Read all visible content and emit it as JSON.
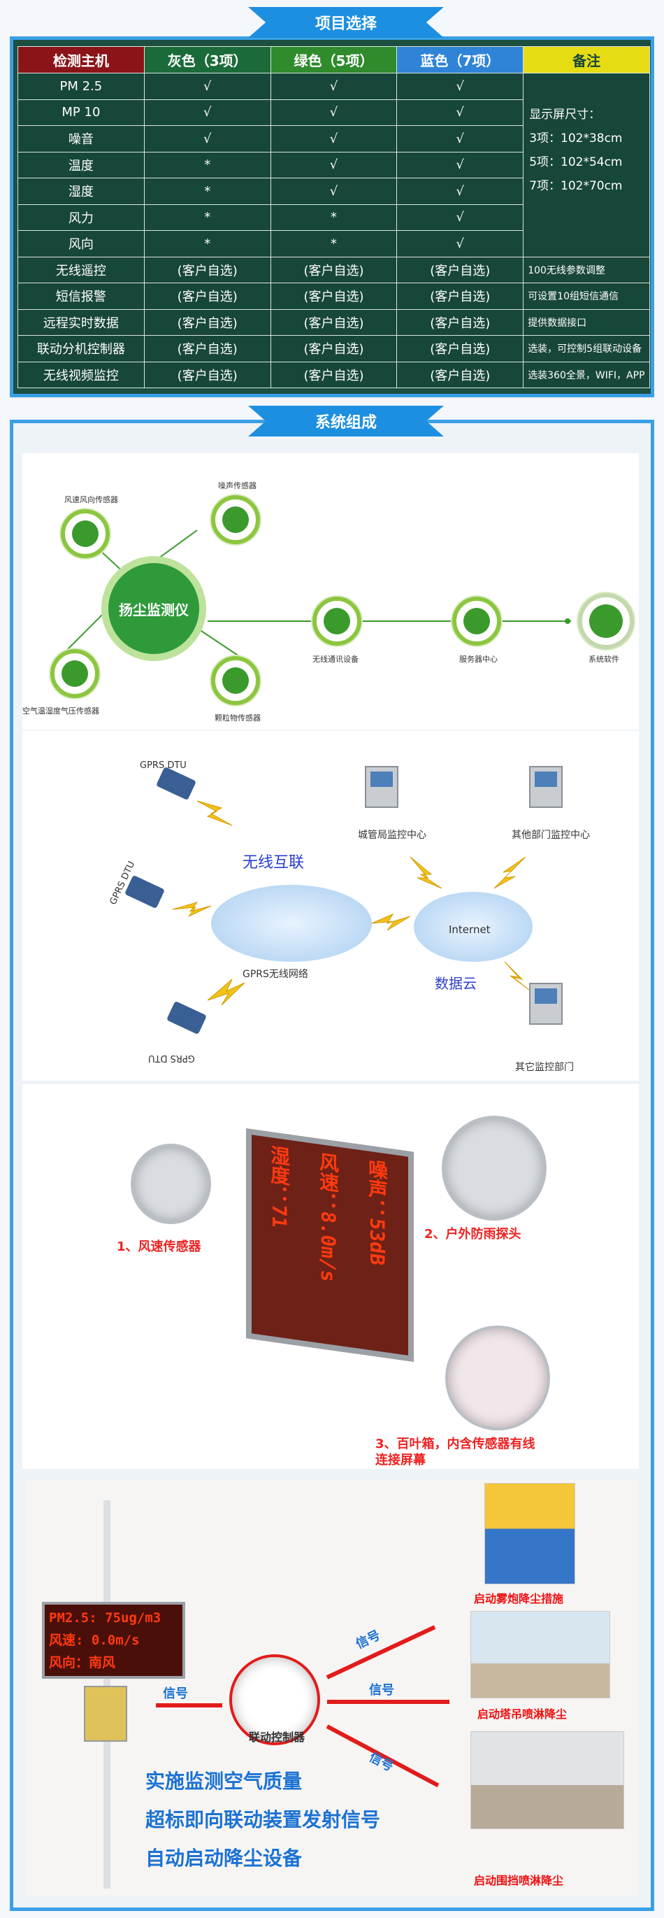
{
  "section1": {
    "title": "项目选择"
  },
  "table": {
    "headers": [
      "检测主机",
      "灰色（3项）",
      "绿色（5项）",
      "蓝色（7项）",
      "备注"
    ],
    "rows": [
      [
        "PM 2.5",
        "√",
        "√",
        "√"
      ],
      [
        "MP 10",
        "√",
        "√",
        "√"
      ],
      [
        "噪音",
        "√",
        "√",
        "√"
      ],
      [
        "温度",
        "*",
        "√",
        "√"
      ],
      [
        "湿度",
        "*",
        "√",
        "√"
      ],
      [
        "风力",
        "*",
        "*",
        "√"
      ],
      [
        "风向",
        "*",
        "*",
        "√"
      ],
      [
        "无线遥控",
        "(客户自选)",
        "(客户自选)",
        "(客户自选)",
        "100无线参数调整"
      ],
      [
        "短信报警",
        "(客户自选)",
        "(客户自选)",
        "(客户自选)",
        "可设置10组短信通信"
      ],
      [
        "远程实时数据",
        "(客户自选)",
        "(客户自选)",
        "(客户自选)",
        "提供数据接口"
      ],
      [
        "联动分机控制器",
        "(客户自选)",
        "(客户自选)",
        "(客户自选)",
        "选装，可控制5组联动设备"
      ],
      [
        "无线视频监控",
        "(客户自选)",
        "(客户自选)",
        "(客户自选)",
        "选装360全景，WIFI，APP"
      ]
    ],
    "note_title": "显示屏尺寸：",
    "note_lines": [
      "3项：102*38cm",
      "5项：102*54cm",
      "7项：102*70cm"
    ]
  },
  "section2": {
    "title": "系统组成"
  },
  "diagram1": {
    "hub": "扬尘监测仪",
    "sensor_wind": "风速风向传感器",
    "sensor_noise": "噪声传感器",
    "sensor_air": "空气温湿度气压传感器",
    "sensor_particle": "颗粒物传感器",
    "wireless": "无线通讯设备",
    "server": "服务器中心",
    "software": "系统软件"
  },
  "diagram2": {
    "dtu1": "GPRS DTU",
    "dtu2": "GPRS DTU",
    "dtu3": "GPRS DTU",
    "wireless_title": "无线互联",
    "gprs_net": "GPRS无线网络",
    "internet": "Internet",
    "cloud": "数据云",
    "center1": "城管局监控中心",
    "center2": "其他部门监控中心",
    "center3": "其它监控部门"
  },
  "diagram3": {
    "screen_lines": [
      "噪声：53dB",
      "风速：8.0m/s",
      "湿度：71"
    ],
    "label1": "1、风速传感器",
    "label2": "2、户外防雨探头",
    "label3": "3、百叶箱，内含传感器有线",
    "label3b": "连接屏幕"
  },
  "diagram4": {
    "led_lines": [
      "PM2.5: 75ug/m3",
      "风速:  0.0m/s",
      "风向：南风"
    ],
    "signal1": "信号",
    "signal2": "信号",
    "signal3": "信号",
    "signal4": "信号",
    "controller": "联动控制器",
    "action1": "启动雾炮降尘措施",
    "action2": "启动塔吊喷淋降尘",
    "action3": "启动围挡喷淋降尘",
    "slogan1": "实施监测空气质量",
    "slogan2": "超标即向联动装置发射信号",
    "slogan3": "自动启动降尘设备"
  }
}
